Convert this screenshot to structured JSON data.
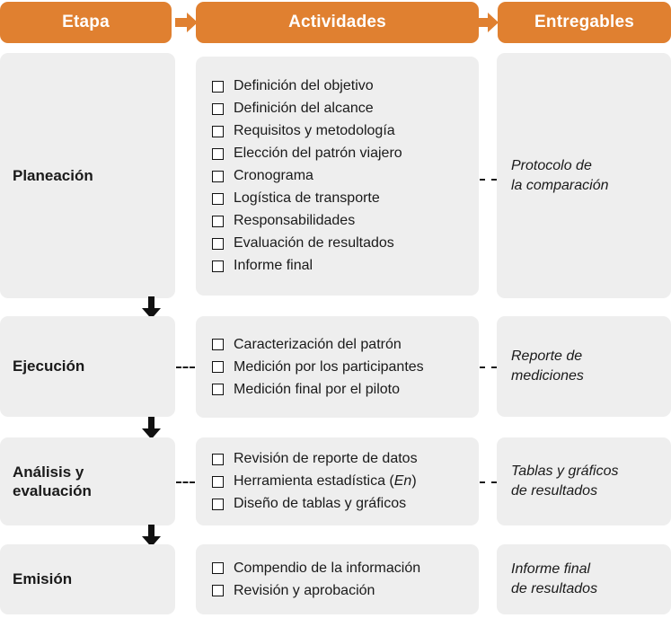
{
  "header": {
    "columns": [
      {
        "label": "Etapa",
        "name": "etapa"
      },
      {
        "label": "Actividades",
        "name": "actividades"
      },
      {
        "label": "Entregables",
        "name": "entregables"
      }
    ],
    "arrow_icon": "arrow-right-icon"
  },
  "colors": {
    "header_orange": "#E08030",
    "panel_grey": "#EEEEEE",
    "text_dark": "#1a1a1a",
    "page_background": "#ffffff",
    "header_text": "#ffffff"
  },
  "flow_arrow_icon": "arrow-down-icon",
  "connector_style": "dashed",
  "rows": [
    {
      "stage": "Planeación",
      "activities": [
        "Definición del objetivo",
        "Definición del alcance",
        "Requisitos y metodología",
        "Elección del patrón viajero",
        "Cronograma",
        "Logística de transporte",
        "Responsabilidades",
        "Evaluación de resultados",
        "Informe final"
      ],
      "deliverable_line1": "Protocolo de",
      "deliverable_line2": "la comparación"
    },
    {
      "stage": "Ejecución",
      "activities": [
        "Caracterización del patrón",
        "Medición por los participantes",
        "Medición final por el piloto"
      ],
      "deliverable_line1": "Reporte de",
      "deliverable_line2": "mediciones"
    },
    {
      "stage": "Análisis y evaluación",
      "stage_line1": "Análisis y",
      "stage_line2": "evaluación",
      "activities": [
        "Revisión de reporte de datos",
        "Herramienta estadística (En)",
        "Diseño de tablas y gráficos"
      ],
      "activity_2_prefix": "Herramienta estadística (",
      "activity_2_italic": "En",
      "activity_2_suffix": ")",
      "deliverable_line1": "Tablas y gráficos",
      "deliverable_line2": "de resultados"
    },
    {
      "stage": "Emisión",
      "activities": [
        "Compendio de la información",
        "Revisión y aprobación"
      ],
      "deliverable_line1": "Informe final",
      "deliverable_line2": "de resultados"
    }
  ]
}
